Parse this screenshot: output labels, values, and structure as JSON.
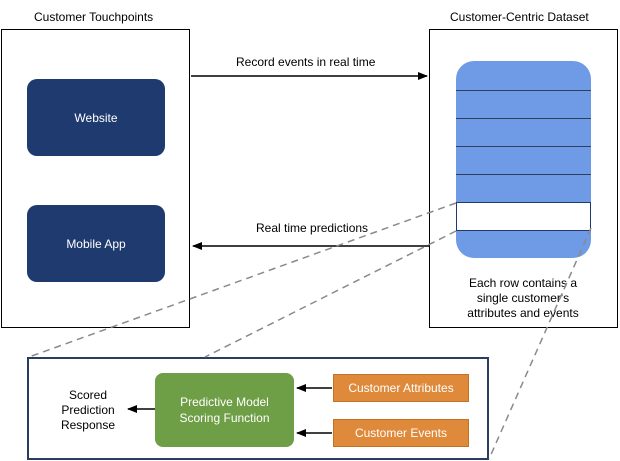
{
  "left_panel": {
    "title": "Customer Touchpoints",
    "website_label": "Website",
    "mobile_app_label": "Mobile App"
  },
  "right_panel": {
    "title": "Customer-Centric Dataset",
    "caption_line1": "Each row contains a",
    "caption_line2": "single customer's",
    "caption_line3": "attributes and events"
  },
  "arrows": {
    "record_events": "Record events in real time",
    "real_time_predictions": "Real time predictions"
  },
  "scoring": {
    "response_line1": "Scored",
    "response_line2": "Prediction",
    "response_line3": "Response",
    "model_line1": "Predictive Model",
    "model_line2": "Scoring Function",
    "attributes_label": "Customer Attributes",
    "events_label": "Customer Events"
  },
  "colors": {
    "navy": "#1f3a6e",
    "dataset_blue": "#6f9ae6",
    "model_green": "#6e9e45",
    "input_orange": "#df8a3a"
  }
}
